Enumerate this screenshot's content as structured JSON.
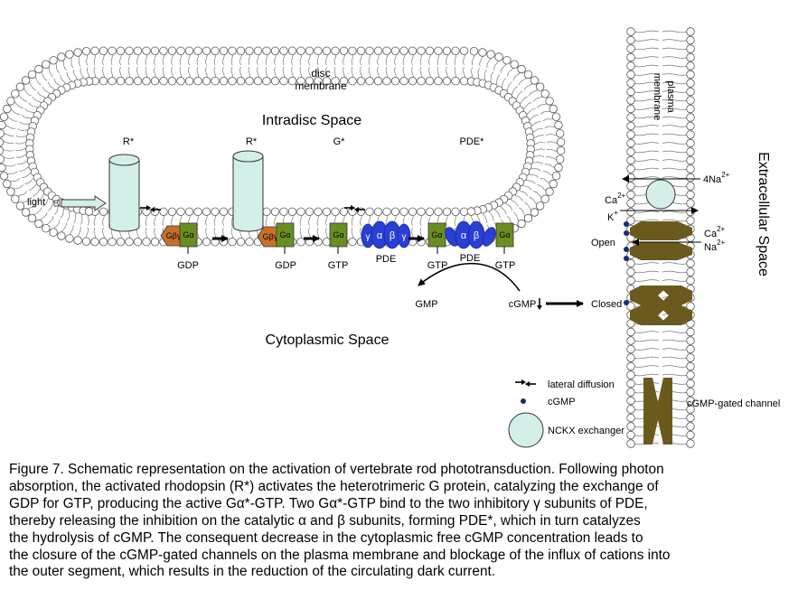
{
  "labels": {
    "disc_membrane": [
      "disc",
      "membrane"
    ],
    "plasma_membrane": [
      "plasma",
      "membrane"
    ],
    "intradisc_space": "Intradisc Space",
    "cytoplasmic_space": "Cytoplasmic Space",
    "extracellular_space": "Extracellular Space",
    "light": "light",
    "r_star_1": "R*",
    "r_star_2": "R*",
    "g_star": "G*",
    "pde_star": "PDE*",
    "g_beta_gamma": "Gβγ",
    "g_alpha": "Gα",
    "alpha": "α",
    "beta": "β",
    "gamma": "γ",
    "gdp": "GDP",
    "gtp": "GTP",
    "pde": "PDE",
    "gmp": "GMP",
    "cgmp": "cGMP",
    "closed": "Closed",
    "open": "Open",
    "na4_base": "4Na",
    "na4_sup": "2+",
    "ca_base": "Ca",
    "ca_sup": "2+",
    "k_base": "K",
    "k_sup": "+",
    "ca2_base": "Ca",
    "ca2_sup": "2+",
    "na_base": "Na",
    "na_sup": "2+"
  },
  "legend": {
    "lateral_diffusion": "lateral diffusion",
    "cgmp": "cGMP",
    "nckx": "NCKX exchanger",
    "channel": "cGMP-gated channel"
  },
  "caption_lines": [
    "Figure 7. Schematic representation on the activation of vertebrate rod phototransduction. Following photon",
    " absorption, the activated rhodopsin (R*) activates the heterotrimeric G protein, catalyzing the exchange of",
    "GDP for GTP, producing the active Gα*-GTP. Two Gα*-GTP bind to the two inhibitory γ subunits of PDE,",
    " thereby releasing the inhibition on the catalytic α and β subunits, forming PDE*, which in turn catalyzes",
    "the hydrolysis of cGMP. The consequent decrease in the cytoplasmic free cGMP concentration leads to",
    "the closure of the cGMP-gated channels on the plasma membrane and blockage of the influx of cations into",
    "the outer segment, which results in the reduction of the circulating dark current."
  ],
  "colors": {
    "g_alpha": "#6b8e23",
    "g_beta_gamma": "#c8702a",
    "pde": "#2a3fd4",
    "channel": "#6b5a1e",
    "cylinder": "#d4efe8",
    "cgmp_dot": "#1c2a7a"
  }
}
